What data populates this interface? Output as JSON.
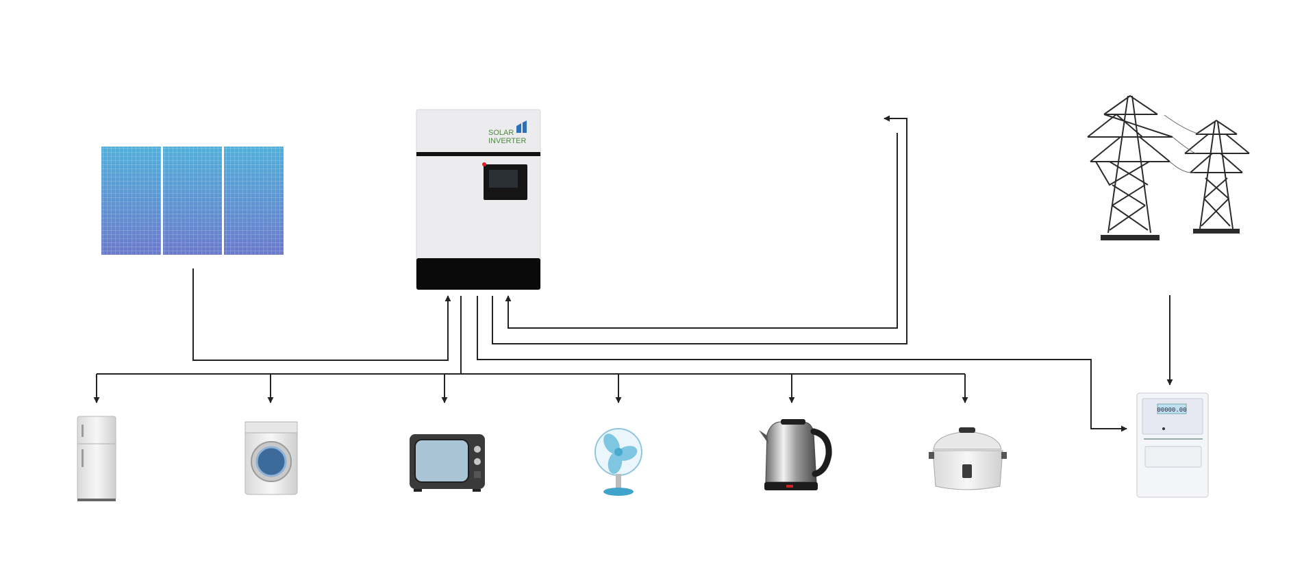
{
  "inverter": {
    "brand_line1": "SOLAR",
    "brand_line2": "INVERTER"
  },
  "meter": {
    "display_value": "00000.00"
  },
  "colors": {
    "line": "#222222",
    "panel_blue_top": "#4fa3d6",
    "panel_blue_bottom": "#6f7fcf",
    "inverter_body": "#ececee",
    "inverter_black": "#0a0a0a",
    "brand_green": "#4a8a3c",
    "brand_blue": "#2f6fb8",
    "tower": "#2a2a2a"
  },
  "icons": [
    "solar-panel-icon",
    "solar-inverter-icon",
    "power-tower-icon",
    "electric-meter-icon",
    "refrigerator-icon",
    "washing-machine-icon",
    "television-icon",
    "electric-fan-icon",
    "electric-kettle-icon",
    "rice-cooker-icon"
  ]
}
